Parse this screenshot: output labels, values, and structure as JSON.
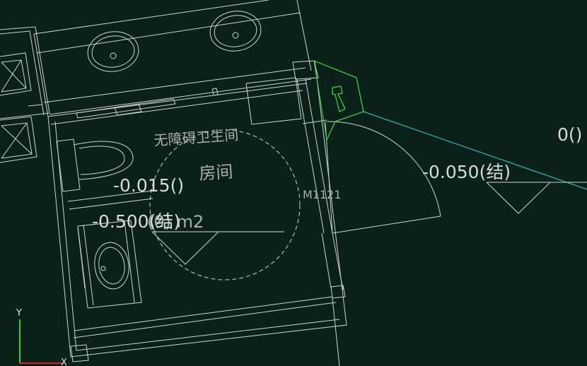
{
  "drawing": {
    "room_name": "无障碍卫生间",
    "room_label": "房间",
    "door_tag": "M1121",
    "elev_inner": "-0.015()",
    "elev_struct_inner": "-0.500(结)",
    "area_text": "(0) m2",
    "elev_outer": "-0.050(结)",
    "elev_right": "0()"
  },
  "ucs": {
    "y_label": "Y",
    "x_label": "X"
  },
  "colors": {
    "background": "#0a2119",
    "lines": "#cfd3d0",
    "selection": "#3ee03e",
    "cyan_line": "#2fd6d6",
    "axis_y": "#2fd02f",
    "axis_x": "#e02222"
  }
}
